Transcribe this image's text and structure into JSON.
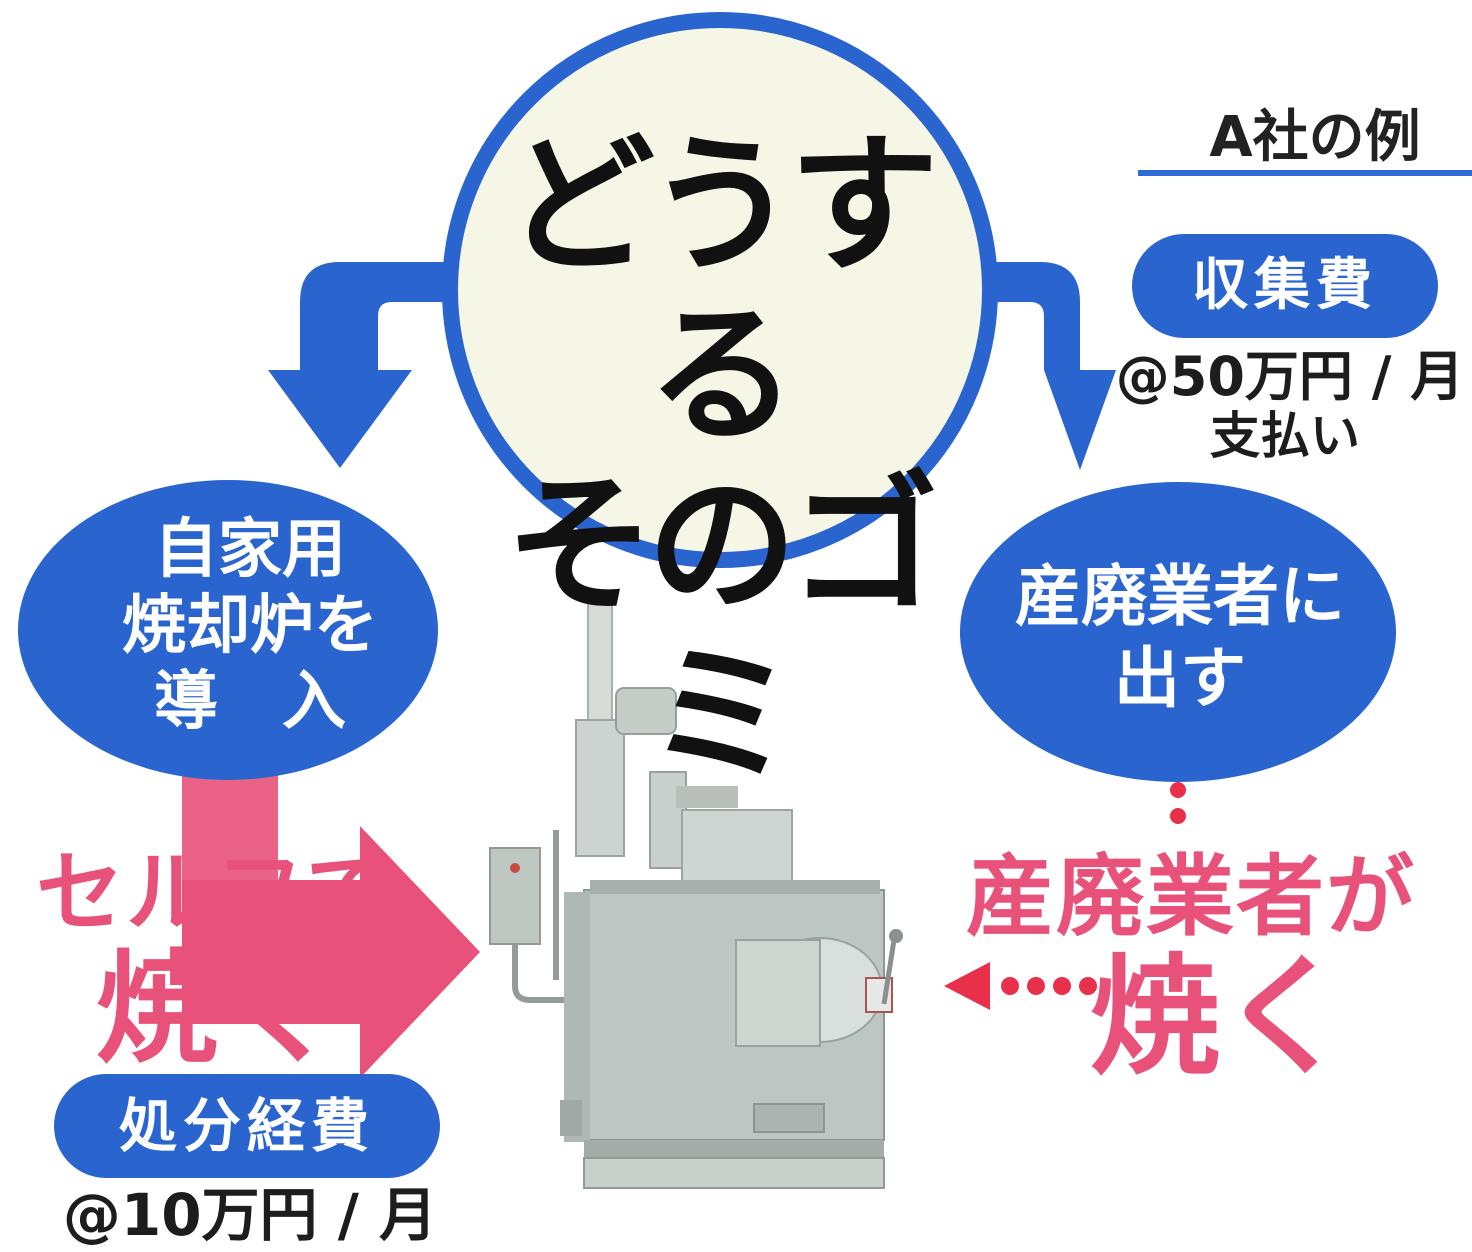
{
  "header": {
    "example_label": "A社の例"
  },
  "center": {
    "line1": "どうする",
    "line2": "そのゴミ"
  },
  "left_option": {
    "oval_lines": [
      "自家用",
      "焼却炉を",
      "導　入"
    ],
    "action_line1": "セルフで",
    "action_line2": "焼く",
    "cost_label": "処分経費",
    "cost_amount": "@10万円 / 月"
  },
  "right_option": {
    "oval_lines": [
      "産廃業者に",
      "出す"
    ],
    "action_line1": "産廃業者が",
    "action_line2": "焼く",
    "cost_label": "収集費",
    "cost_amount": "@50万円 / 月",
    "cost_note": "支払い"
  },
  "colors": {
    "accent_blue": "#2a64cf",
    "arrow_pink": "#e8527a",
    "circle_fill": "#f6f6e6",
    "dots_red": "#e8304a"
  },
  "image": {
    "subject": "incinerator-photo"
  }
}
